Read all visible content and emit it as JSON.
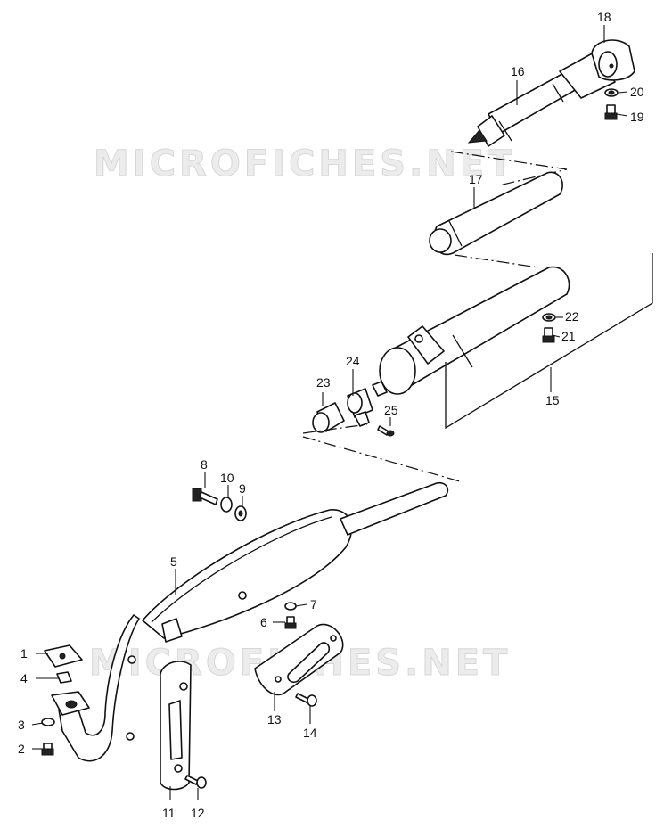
{
  "watermark": "MICROFICHES.NET",
  "callouts": {
    "c1": "1",
    "c2": "2",
    "c3": "3",
    "c4": "4",
    "c5": "5",
    "c6": "6",
    "c7": "7",
    "c8": "8",
    "c9": "9",
    "c10": "10",
    "c11": "11",
    "c12": "12",
    "c13": "13",
    "c14": "14",
    "c15": "15",
    "c16": "16",
    "c17": "17",
    "c18": "18",
    "c19": "19",
    "c20": "20",
    "c21": "21",
    "c22": "22",
    "c23": "23",
    "c24": "24",
    "c25": "25"
  }
}
